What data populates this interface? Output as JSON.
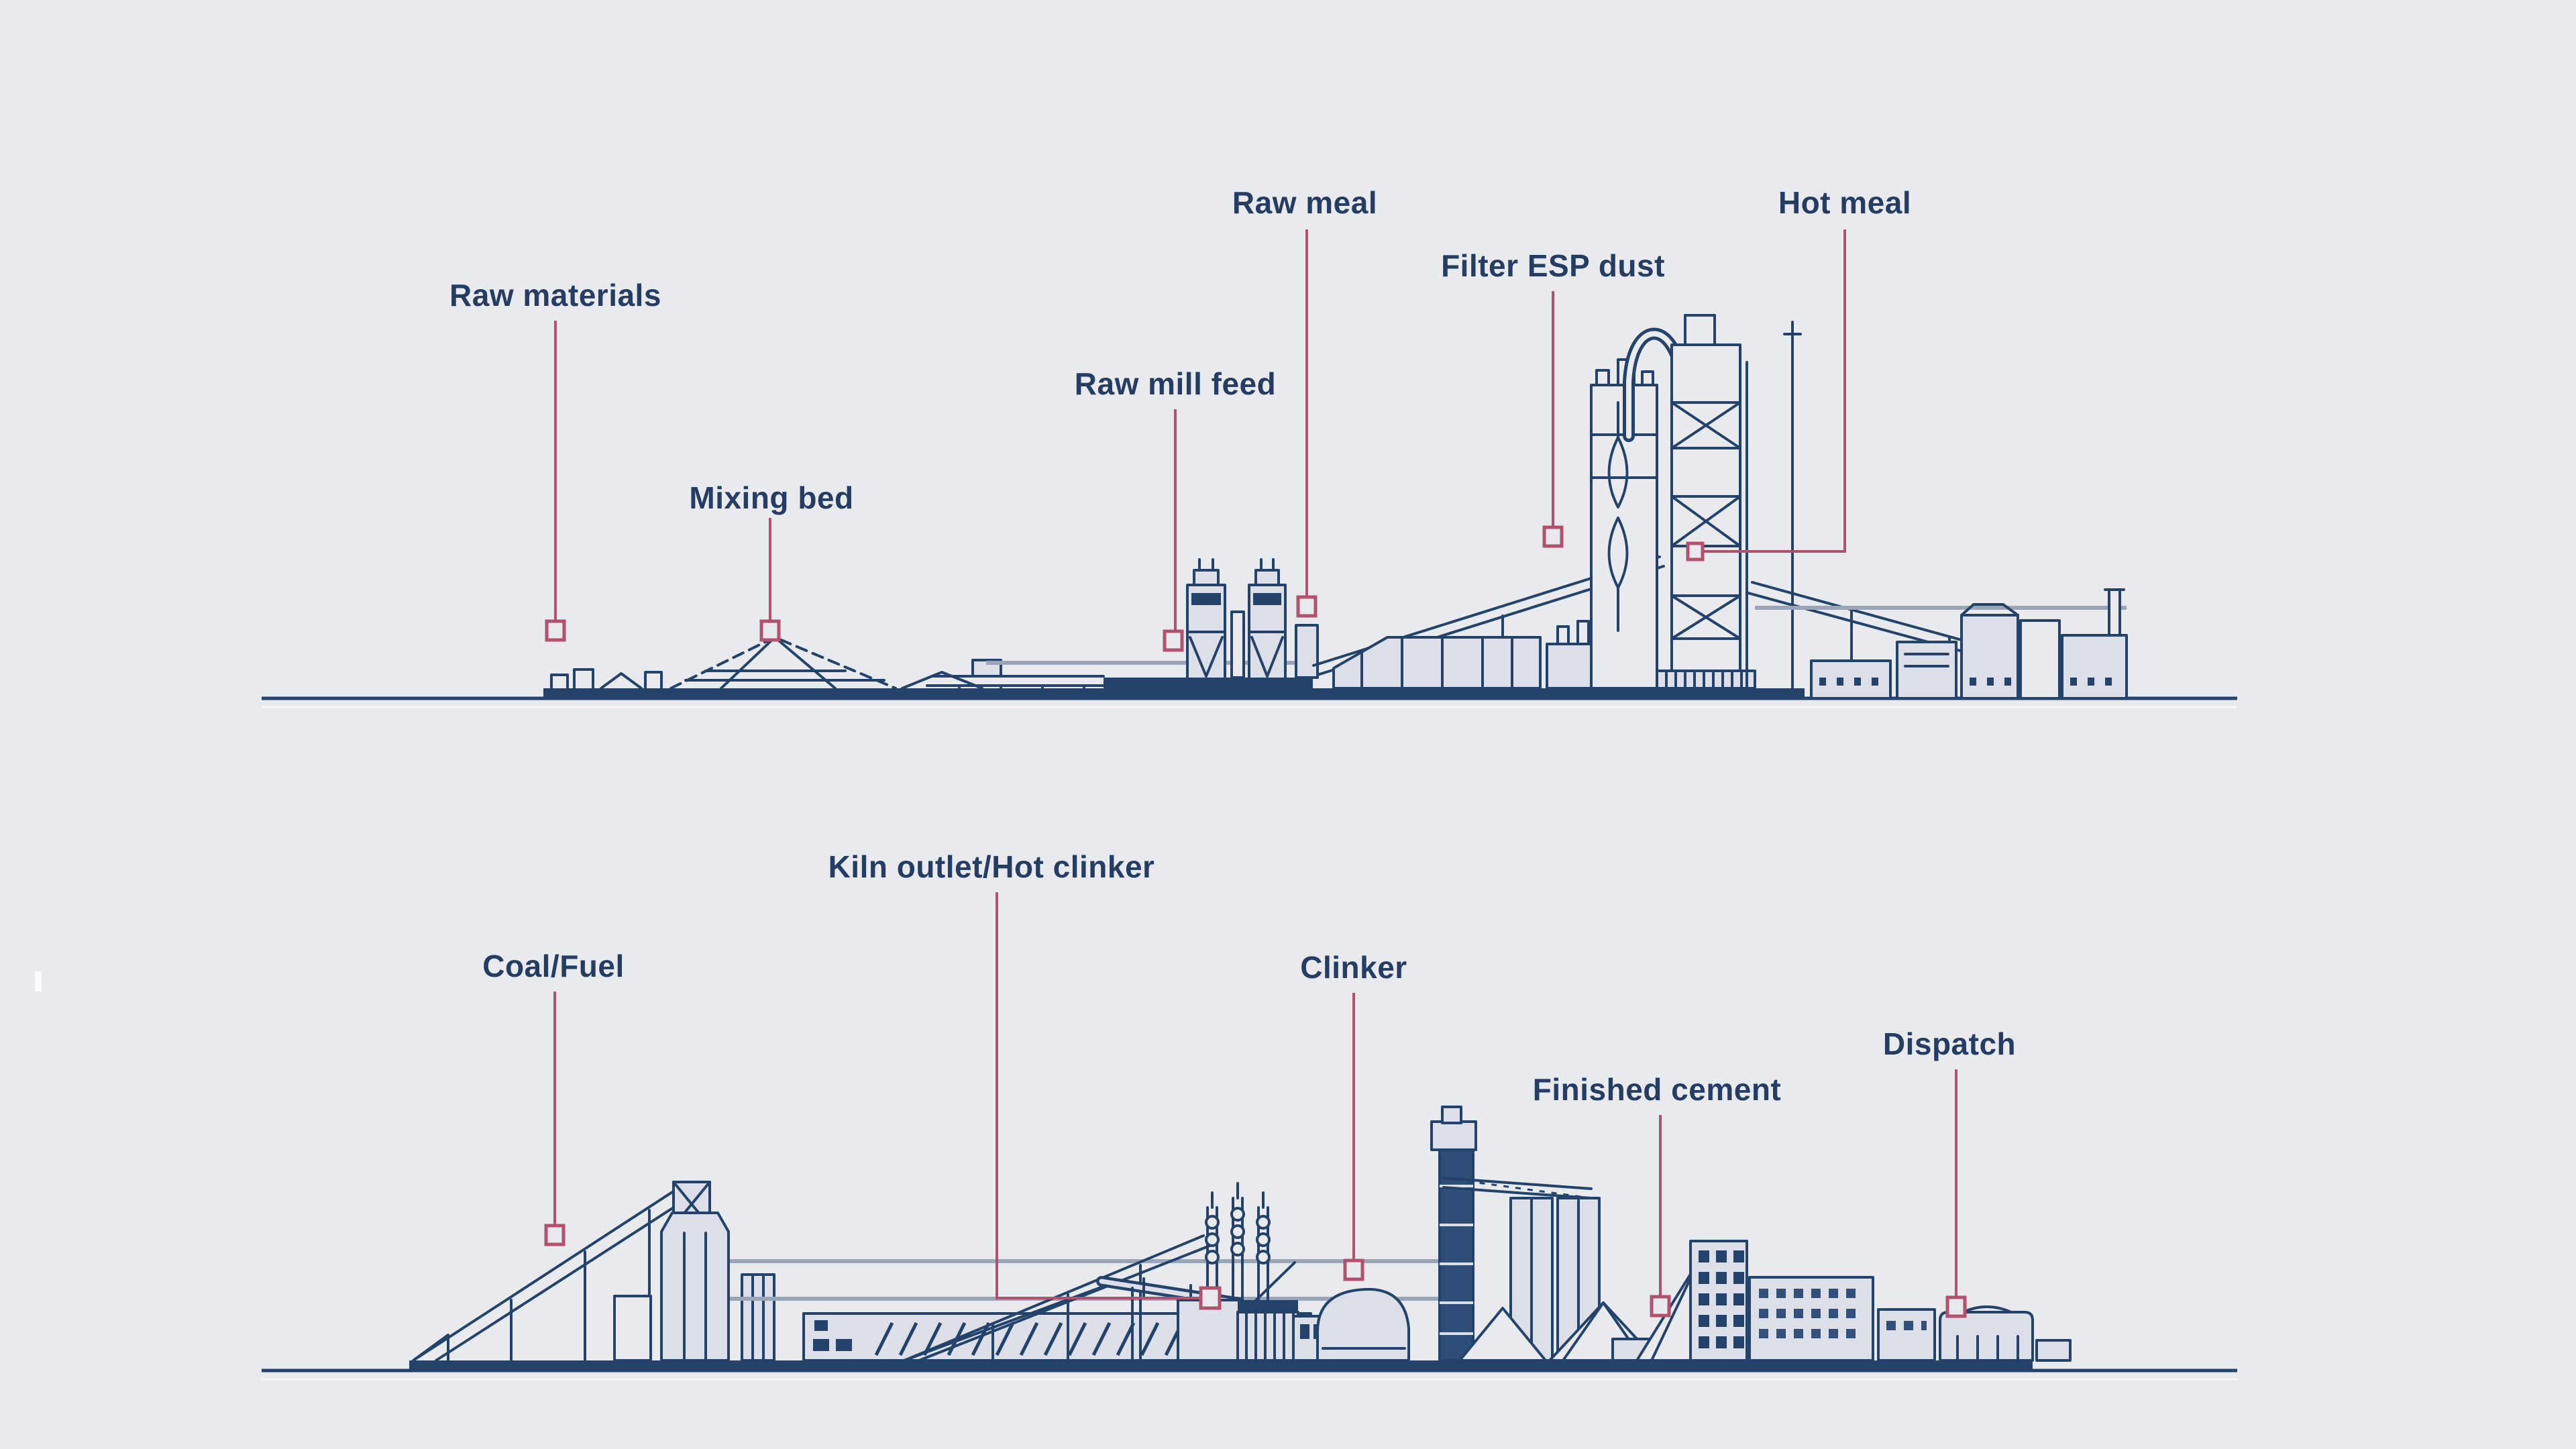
{
  "diagram": {
    "description": "Cement plant production process, side-view line diagram in two panoramic rows",
    "colors": {
      "background": "#e8eaee",
      "line_art": "#24436b",
      "label_text": "#253d63",
      "callout": "#b0516d"
    },
    "top_scene": {
      "callouts": {
        "raw_materials": {
          "label": "Raw materials"
        },
        "mixing_bed": {
          "label": "Mixing bed"
        },
        "raw_mill_feed": {
          "label": "Raw mill feed"
        },
        "raw_meal": {
          "label": "Raw meal"
        },
        "filter_esp_dust": {
          "label": "Filter ESP dust"
        },
        "hot_meal": {
          "label": "Hot meal"
        }
      }
    },
    "bottom_scene": {
      "callouts": {
        "coal_fuel": {
          "label": "Coal/Fuel"
        },
        "kiln_outlet": {
          "label": "Kiln outlet/Hot clinker"
        },
        "clinker": {
          "label": "Clinker"
        },
        "finished_cement": {
          "label": "Finished cement"
        },
        "dispatch": {
          "label": "Dispatch"
        }
      }
    }
  }
}
